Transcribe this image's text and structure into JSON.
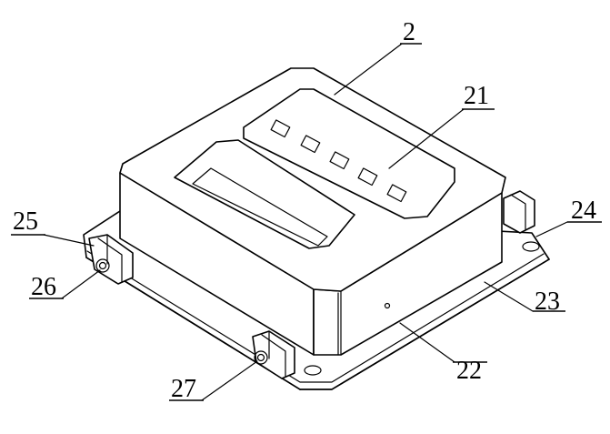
{
  "labels": {
    "l2": "2",
    "l21": "21",
    "l22": "22",
    "l23": "23",
    "l24": "24",
    "l25": "25",
    "l26": "26",
    "l27": "27"
  },
  "colors": {
    "line": "#000000",
    "background": "#ffffff"
  }
}
